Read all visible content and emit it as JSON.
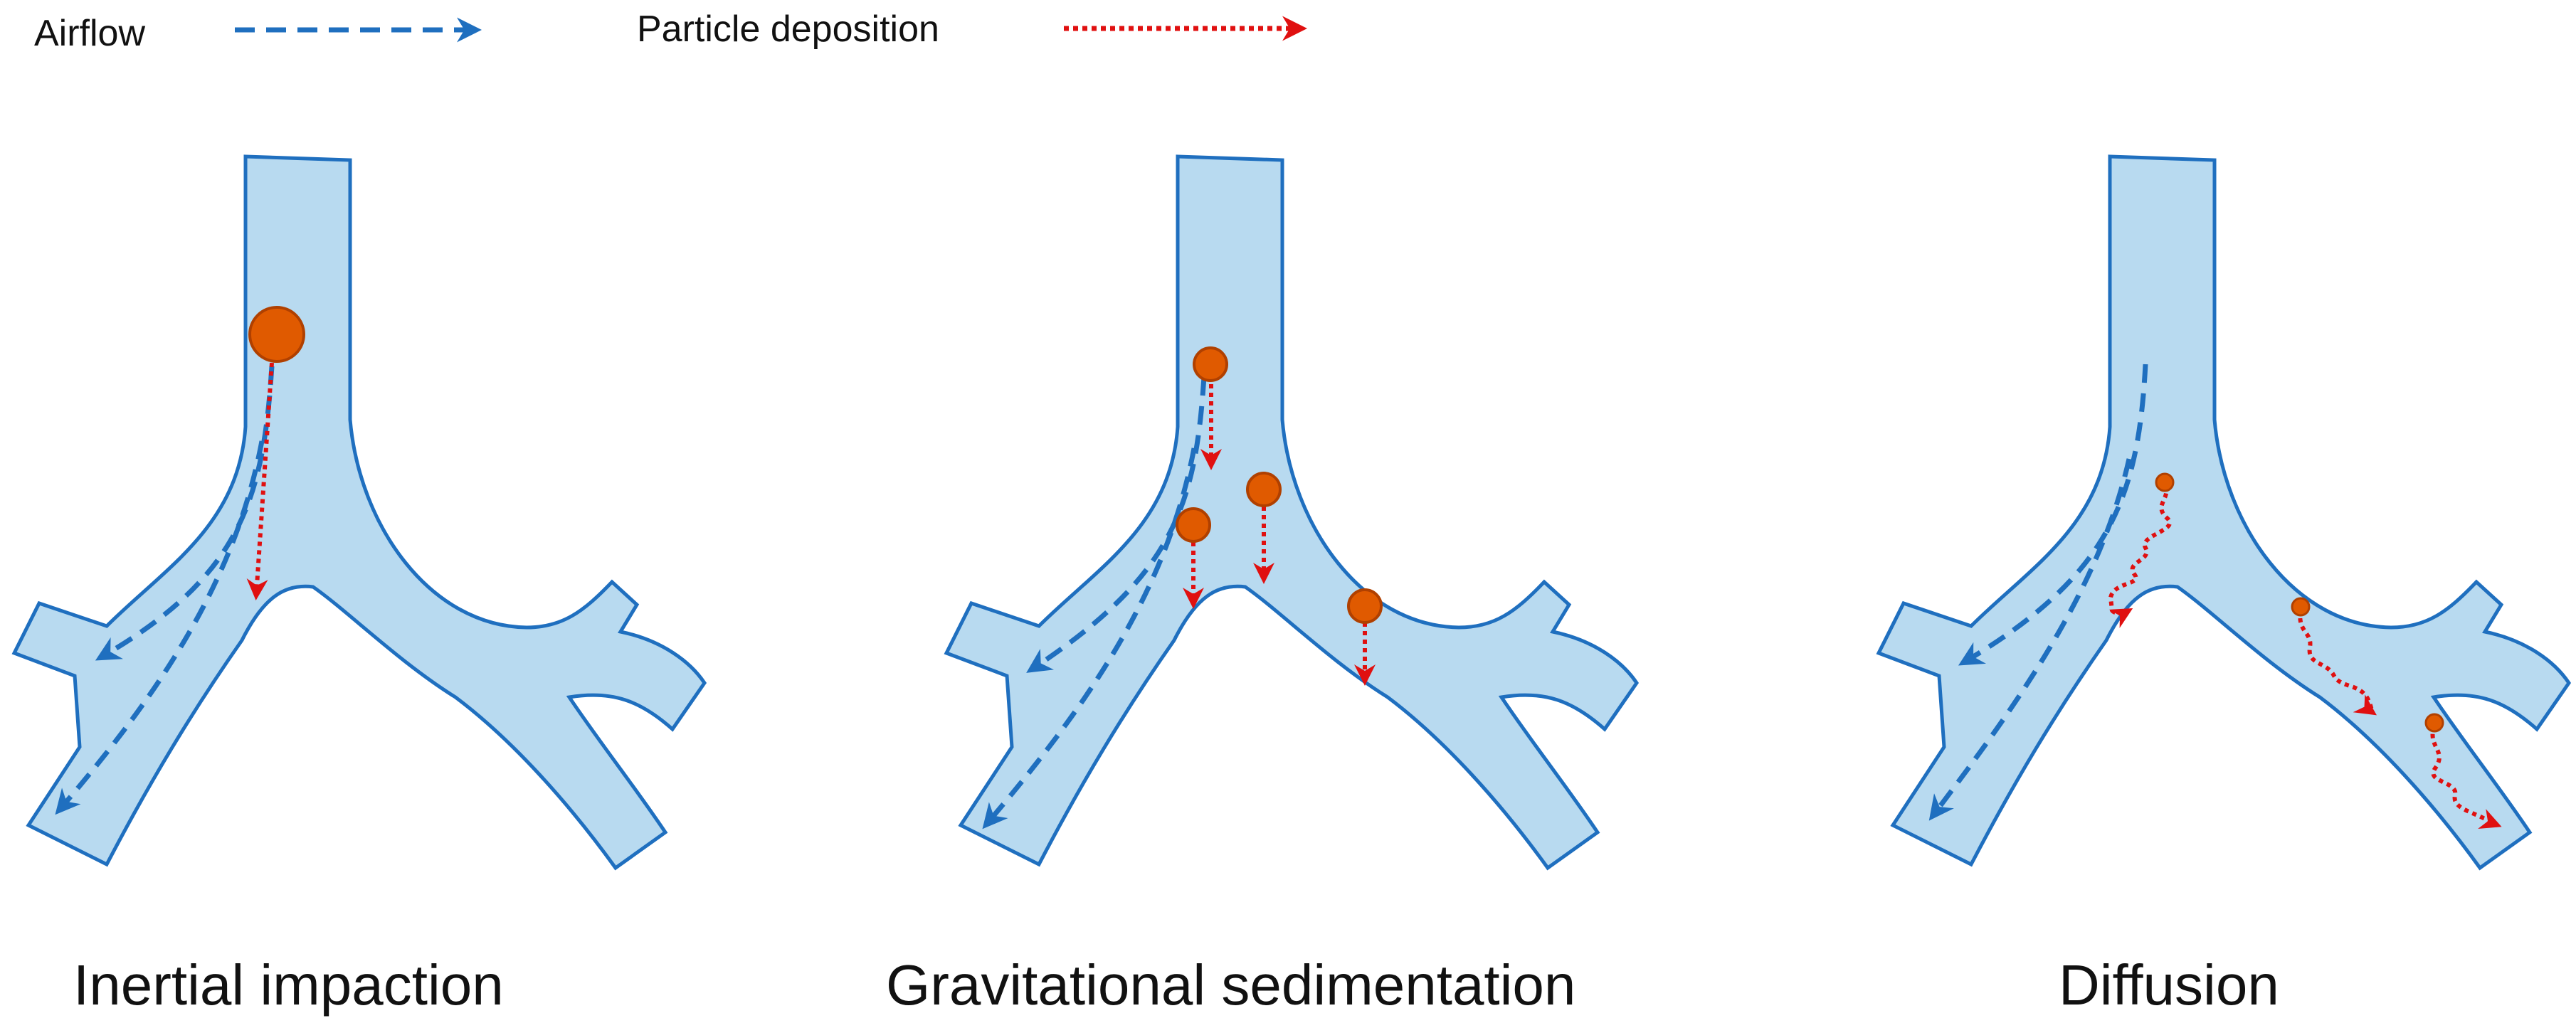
{
  "legend": {
    "airflow_label": "Airflow",
    "deposition_label": "Particle deposition"
  },
  "colors": {
    "airway_fill": "#b8daf0",
    "airway_stroke": "#1f6fbf",
    "airflow_arrow": "#1f6fbf",
    "deposition_arrow": "#e01010",
    "particle_fill": "#e05a00",
    "particle_stroke": "#b04000"
  },
  "panels": [
    {
      "title": "Inertial impaction"
    },
    {
      "title": "Gravitational sedimentation"
    },
    {
      "title": "Diffusion"
    }
  ]
}
